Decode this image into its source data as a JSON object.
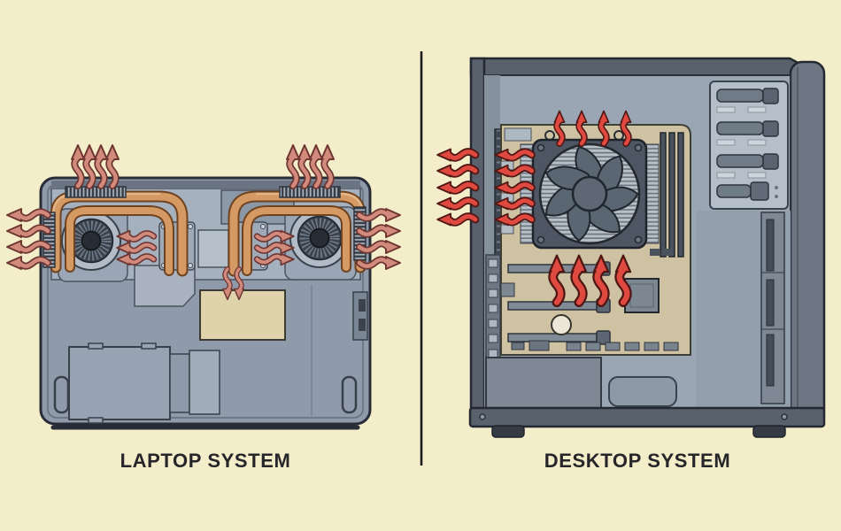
{
  "figure": {
    "type": "cooling-airflow-comparison-illustration",
    "panels": {
      "laptop": {
        "label": "LAPTOP SYSTEM"
      },
      "desktop": {
        "label": "DESKTOP SYSTEM"
      }
    },
    "icons": {
      "laptop_fans": "radial-blower-fan-icon",
      "desktop_fan": "axial-case-fan-icon",
      "airflow": "wavy-arrow-icon",
      "heat_pipes": "copper-heat-pipe",
      "vents": "heatsink-fin-vent"
    }
  },
  "colors": {
    "background": "#f4edca",
    "divider": "#1b1b1b",
    "label": "#26262a",
    "laptop-case": "#8f9aab",
    "laptop-arrow": "#d28a7c",
    "laptop-arrow-outline": "#6d3631",
    "heatpipe-copper": "#d59a64",
    "heatpipe-outline": "#6f4320",
    "desktop-case": "#59616c",
    "desktop-panel": "#9aa6b4",
    "motherboard": "#cfc2a2",
    "desktop-arrow": "#e0493f",
    "desktop-arrow-outline": "#4f1713"
  }
}
